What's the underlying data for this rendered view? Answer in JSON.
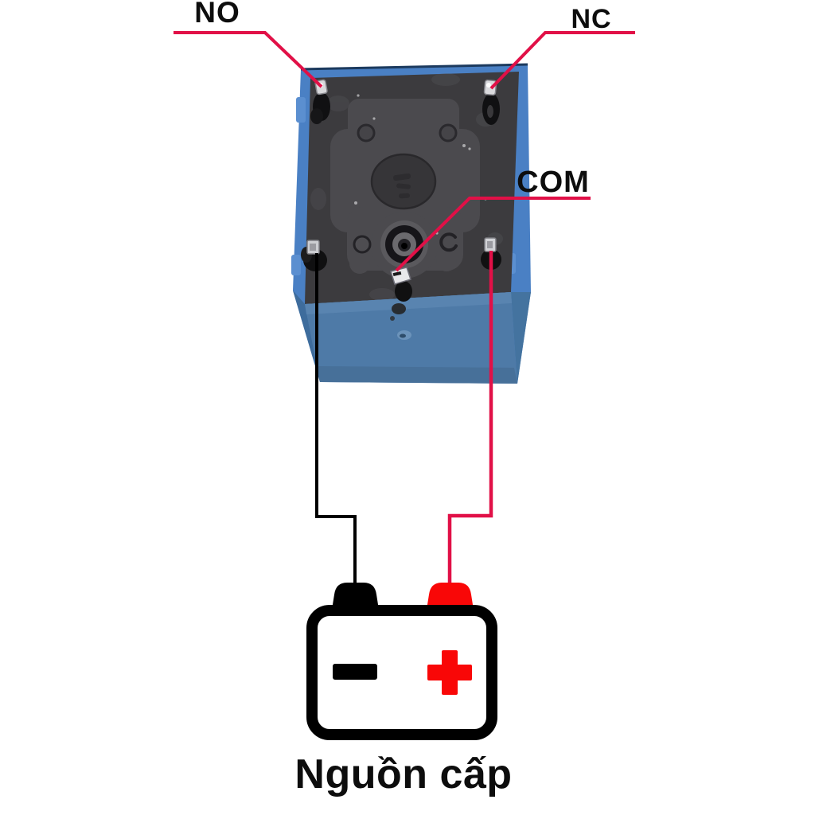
{
  "labels": {
    "no": "NO",
    "nc": "NC",
    "com": "COM"
  },
  "battery": {
    "caption": "Nguồn cấp",
    "negative_symbol": "−",
    "positive_symbol": "+"
  },
  "colors": {
    "background": "#ffffff",
    "leader_line": "#e11047",
    "negative_wire": "#000000",
    "positive_wire": "#e11047",
    "battery_outline": "#000000",
    "battery_positive_red": "#f90707",
    "battery_negative_black": "#000000",
    "relay_shell_blue": "#4a80c4",
    "relay_front_blue": "#4e7aa7",
    "relay_base_dark": "#3c3b3e",
    "label_text": "#0d0d0d"
  }
}
